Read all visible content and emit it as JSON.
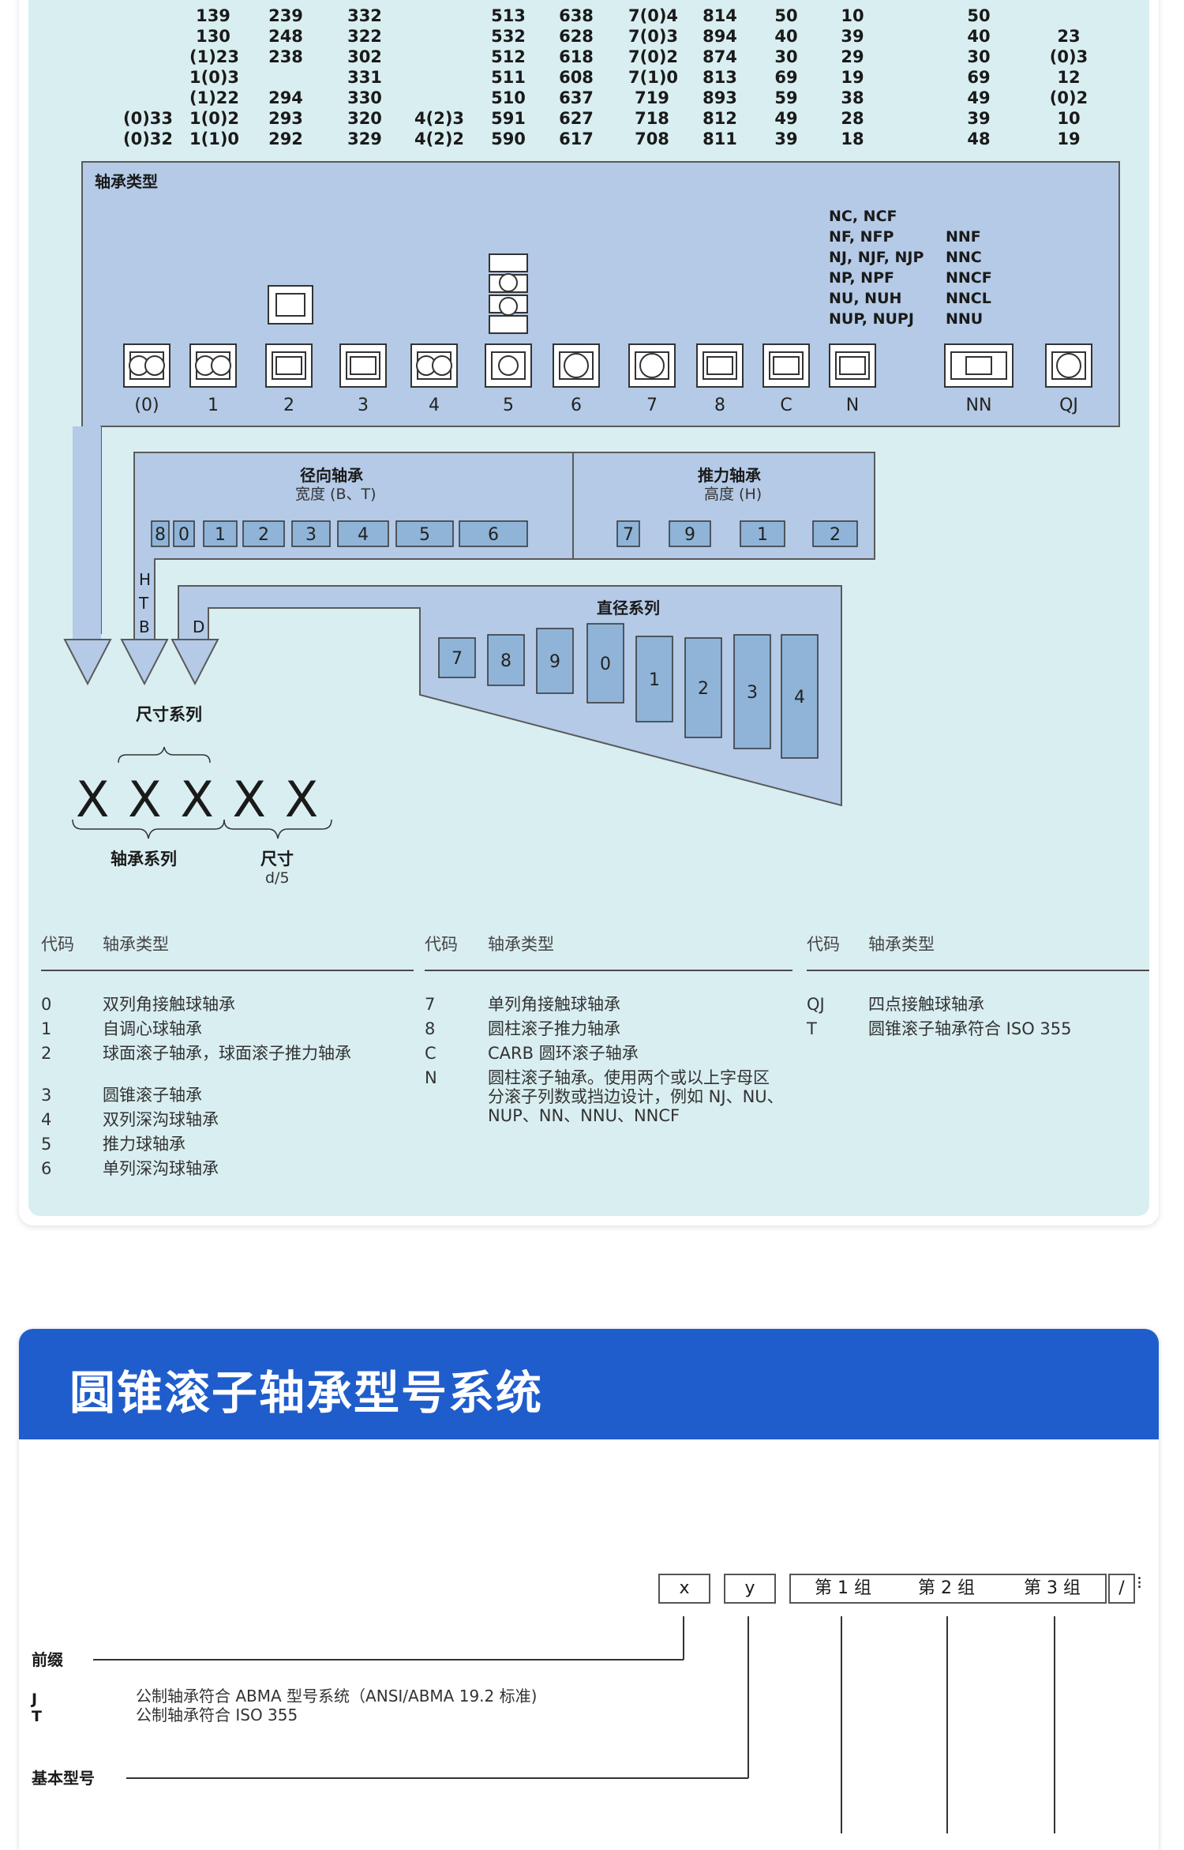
{
  "series_table": {
    "rows": [
      [
        "139",
        "239",
        "332",
        "",
        "513",
        "638",
        "7(0)4",
        "814",
        "50",
        "10",
        "50",
        ""
      ],
      [
        "130",
        "248",
        "322",
        "",
        "532",
        "628",
        "7(0)3",
        "894",
        "40",
        "39",
        "40",
        "23"
      ],
      [
        "(1)23",
        "238",
        "302",
        "",
        "512",
        "618",
        "7(0)2",
        "874",
        "30",
        "29",
        "30",
        "(0)3"
      ],
      [
        "1(0)3",
        "",
        "331",
        "",
        "511",
        "608",
        "7(1)0",
        "813",
        "69",
        "19",
        "69",
        "12"
      ],
      [
        "(1)22",
        "294",
        "330",
        "",
        "510",
        "637",
        "719",
        "893",
        "59",
        "38",
        "49",
        "(0)2"
      ],
      [
        "1(0)2",
        "293",
        "320",
        "4(2)3",
        "591",
        "627",
        "718",
        "812",
        "49",
        "28",
        "39",
        "10"
      ],
      [
        "1(1)0",
        "292",
        "329",
        "4(2)2",
        "590",
        "617",
        "708",
        "811",
        "39",
        "18",
        "48",
        "19"
      ]
    ],
    "lead_col": [
      "",
      "",
      "",
      "",
      "",
      "(0)33",
      "(0)32"
    ]
  },
  "bearing_types": {
    "title": "轴承类型",
    "codes": [
      "(0)",
      "1",
      "2",
      "3",
      "4",
      "5",
      "6",
      "7",
      "8",
      "C",
      "N",
      "NN",
      "QJ"
    ],
    "n_variants": [
      "NC, NCF",
      "NF, NFP",
      "NJ, NJF, NJP",
      "NP, NPF",
      "NU, NUH",
      "NUP, NUPJ"
    ],
    "nn_variants": [
      "NNF",
      "NNC",
      "NNCF",
      "NNCL",
      "NNU"
    ]
  },
  "radial": {
    "title": "径向轴承",
    "subtitle": "宽度 (B、T)",
    "codes": [
      "8",
      "0",
      "1",
      "2",
      "3",
      "4",
      "5",
      "6"
    ]
  },
  "thrust": {
    "title": "推力轴承",
    "subtitle": "高度 (H)",
    "codes": [
      "7",
      "9",
      "1",
      "2"
    ]
  },
  "letters": {
    "h": "H",
    "t": "T",
    "b": "B",
    "d": "D"
  },
  "diameter": {
    "title": "直径系列",
    "codes": [
      "7",
      "8",
      "9",
      "0",
      "1",
      "2",
      "3",
      "4"
    ]
  },
  "dimension_series_label": "尺寸系列",
  "xxxxx": "X X X X X",
  "bearing_series_label": "轴承系列",
  "size_label": "尺寸",
  "size_sub": "d/5",
  "code_table": {
    "header_code": "代码",
    "header_type": "轴承类型",
    "col1": [
      {
        "code": "0",
        "desc": "双列角接触球轴承"
      },
      {
        "code": "1",
        "desc": "自调心球轴承"
      },
      {
        "code": "2",
        "desc": "球面滚子轴承，球面滚子推力轴承"
      },
      {
        "code": "3",
        "desc": "圆锥滚子轴承"
      },
      {
        "code": "4",
        "desc": "双列深沟球轴承"
      },
      {
        "code": "5",
        "desc": "推力球轴承"
      },
      {
        "code": "6",
        "desc": "单列深沟球轴承"
      }
    ],
    "col2": [
      {
        "code": "7",
        "desc": "单列角接触球轴承"
      },
      {
        "code": "8",
        "desc": "圆柱滚子推力轴承"
      },
      {
        "code": "C",
        "desc": "CARB 圆环滚子轴承"
      },
      {
        "code": "N",
        "desc": "圆柱滚子轴承。使用两个或以上字母区"
      },
      {
        "code": "",
        "desc": "分滚子列数或挡边设计，例如 NJ、NU、"
      },
      {
        "code": "",
        "desc": "NUP、NN、NNU、NNCF"
      }
    ],
    "col3": [
      {
        "code": "QJ",
        "desc": "四点接触球轴承"
      },
      {
        "code": "T",
        "desc": "圆锥滚子轴承符合 ISO 355"
      }
    ]
  },
  "section2": {
    "title": "圆锥滚子轴承型号系统",
    "boxes": [
      "x",
      "y",
      "第 1 组",
      "第 2 组",
      "第 3 组",
      "/"
    ],
    "prefix_label": "前缀",
    "prefix_items": [
      {
        "code": "J",
        "desc": "公制轴承符合 ABMA 型号系统（ANSI/ABMA 19.2 标准)"
      },
      {
        "code": "T",
        "desc": "公制轴承符合 ISO 355"
      }
    ],
    "basic_label": "基本型号"
  },
  "colors": {
    "panel": "#d9eef1",
    "box": "#b4cae6",
    "box_dark": "#8fb4d8",
    "blue_banner": "#1f5dcc"
  }
}
